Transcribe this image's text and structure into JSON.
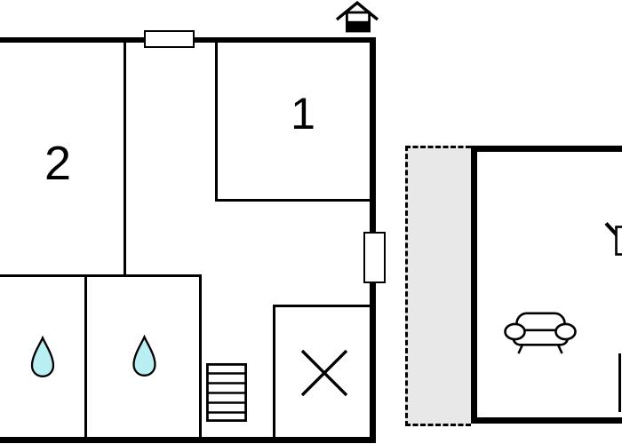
{
  "title": "holiday-home-floor-plan",
  "colors": {
    "background": "#ffffff",
    "wall": "#000000",
    "water_drop_fill": "#b9eef2",
    "terrace_fill": "#e8e8e8"
  },
  "labels": {
    "room_1": "1",
    "room_2": "2"
  },
  "icons": {
    "compass": "house-orientation-icon",
    "bath_left": "water-drop-icon",
    "bath_right": "water-drop-icon",
    "stairs": "stairs-icon",
    "cross": "x-mark-icon",
    "sofa": "sofa-icon",
    "edge_fixture": "wall-fixture-icon"
  }
}
